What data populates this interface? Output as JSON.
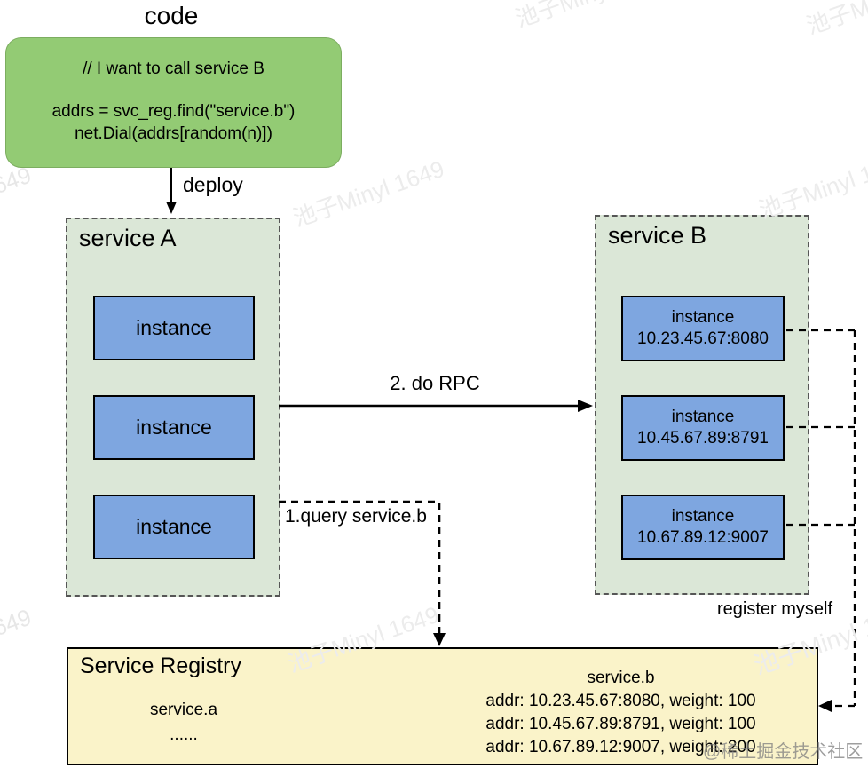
{
  "title": "code",
  "code_box": {
    "comment": "// I want to call service B",
    "line1": "addrs = svc_reg.find(\"service.b\")",
    "line2": "net.Dial(addrs[random(n)])"
  },
  "arrows": {
    "deploy_label": "deploy",
    "rpc_label": "2. do RPC",
    "query_label": "1.query service.b",
    "register_label": "register myself"
  },
  "service_a": {
    "title": "service A",
    "instances": [
      {
        "label": "instance"
      },
      {
        "label": "instance"
      },
      {
        "label": "instance"
      }
    ]
  },
  "service_b": {
    "title": "service B",
    "instances": [
      {
        "label": "instance",
        "addr": "10.23.45.67:8080"
      },
      {
        "label": "instance",
        "addr": "10.45.67.89:8791"
      },
      {
        "label": "instance",
        "addr": "10.67.89.12:9007"
      }
    ]
  },
  "registry": {
    "title": "Service Registry",
    "service_a_entry": {
      "name": "service.a",
      "ellipsis": "......"
    },
    "service_b_entry": {
      "name": "service.b",
      "records": [
        "addr: 10.23.45.67:8080, weight: 100",
        "addr: 10.45.67.89:8791, weight: 100",
        "addr: 10.67.89.12:9007, weight: 200"
      ]
    }
  },
  "watermarks": {
    "diagonal_full": "池子Minyl 1649",
    "diagonal_tail": "649",
    "diagonal_partial": "池子Minyl 1",
    "diagonal_top": "池子Minyl",
    "community": "@稀土掘金技术社区"
  },
  "colors": {
    "code_box_fill": "#93cb74",
    "code_box_border": "#7cad60",
    "service_box_fill": "#dbe7d7",
    "instance_fill": "#7ea6e0",
    "registry_fill": "#faf3c9",
    "connector": "#000000"
  }
}
